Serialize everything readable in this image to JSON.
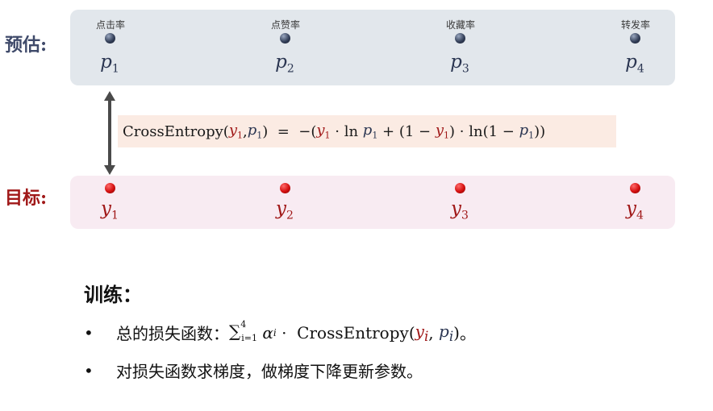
{
  "labels": {
    "prediction": "预估:",
    "target": "目标:"
  },
  "metrics": [
    "点击率",
    "点赞率",
    "收藏率",
    "转发率"
  ],
  "predictions": [
    {
      "base": "p",
      "sub": "1"
    },
    {
      "base": "p",
      "sub": "2"
    },
    {
      "base": "p",
      "sub": "3"
    },
    {
      "base": "p",
      "sub": "4"
    }
  ],
  "targets": [
    {
      "base": "y",
      "sub": "1"
    },
    {
      "base": "y",
      "sub": "2"
    },
    {
      "base": "y",
      "sub": "3"
    },
    {
      "base": "y",
      "sub": "4"
    }
  ],
  "formula": {
    "fn": "CrossEntropy",
    "text": "CrossEntropy(y1, p1) = −(y1 · ln p1 + (1 − y1) · ln(1 − p1))"
  },
  "training": {
    "title": "训练：",
    "bullet1_prefix": "总的损失函数：",
    "bullet1_sum": "∑",
    "bullet1_sum_lower": "i=1",
    "bullet1_sum_upper": "4",
    "bullet1_alpha": "α",
    "bullet1_fn": "CrossEntropy",
    "bullet1_suffix": "。",
    "bullet2": "对损失函数求梯度，做梯度下降更新参数。"
  },
  "colors": {
    "prediction_band": "#e2e7ec",
    "target_band": "#f8ebf2",
    "formula_box": "#fbebe3",
    "target_color": "#a01818",
    "prediction_color": "#2b3652"
  }
}
